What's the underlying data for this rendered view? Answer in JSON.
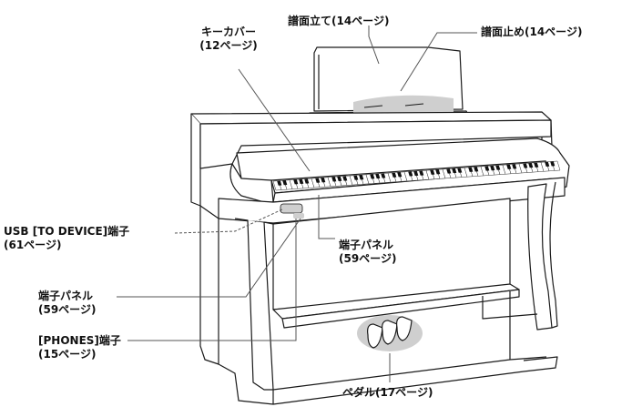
{
  "labels": {
    "music_rest": "譜面立て(14ページ)",
    "key_cover_line1": "キーカバー",
    "key_cover_line2": "(12ページ)",
    "music_clips": "譜面止め(14ページ)",
    "usb_line1": "USB [TO DEVICE]端子",
    "usb_line2": "(61ページ)",
    "panel_right_line1": "端子パネル",
    "panel_right_line2": "(59ページ)",
    "panel_left_line1": "端子パネル",
    "panel_left_line2": "(59ページ)",
    "phones_line1": "[PHONES]端子",
    "phones_line2": "(15ページ)",
    "pedals": "ペダル(17ページ)"
  },
  "colors": {
    "outline": "#1a1a1a",
    "callout": "#555555",
    "highlight": "#cfcfcf",
    "white_key": "#ffffff",
    "black_key": "#111111"
  }
}
